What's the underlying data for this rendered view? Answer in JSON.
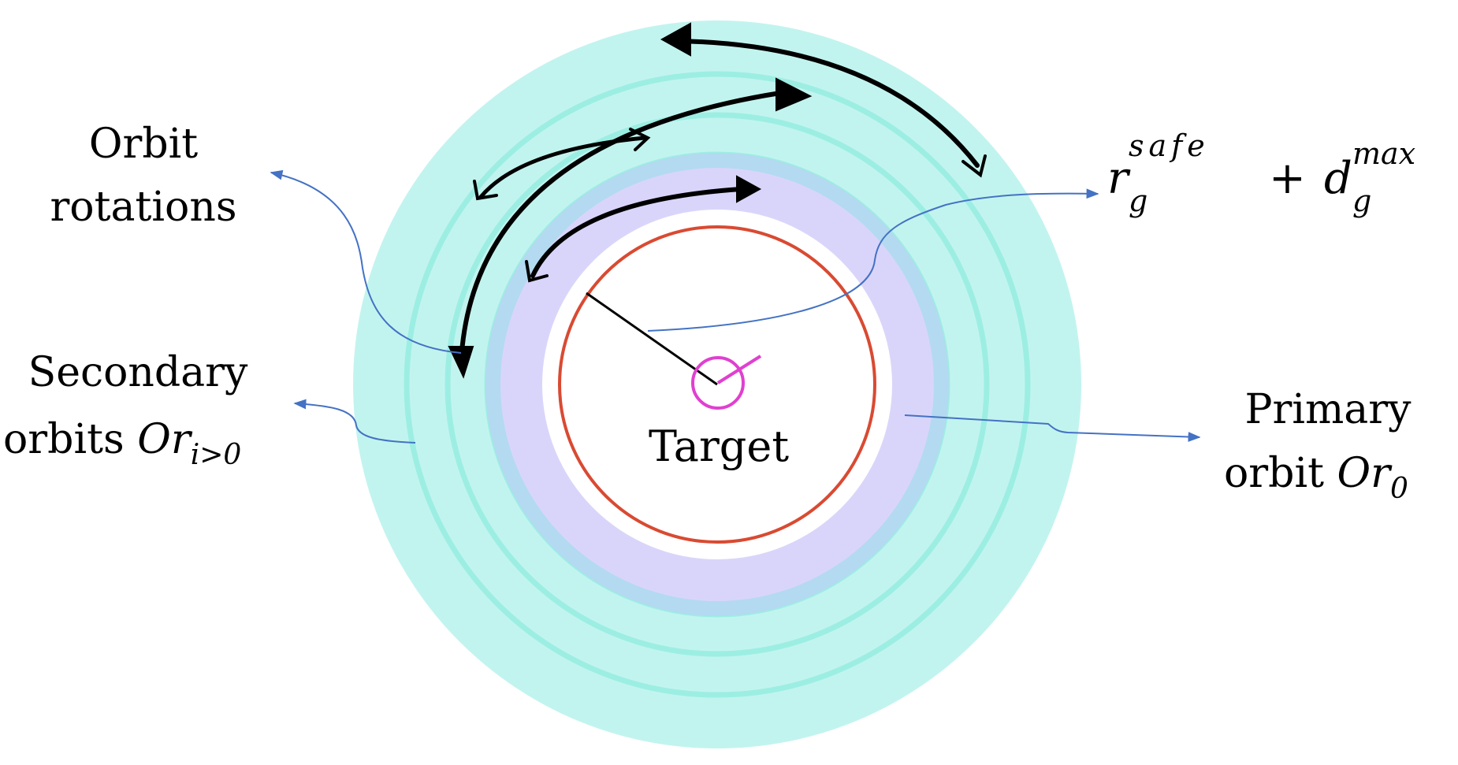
{
  "labels": {
    "orbit_rotations_line1": "Orbit",
    "orbit_rotations_line2": "rotations",
    "secondary_line1": "Secondary",
    "secondary_line2_text": "orbits ",
    "secondary_math_main": "Or",
    "secondary_math_sub": "i>0",
    "target": "Target",
    "primary_line1": "Primary",
    "primary_line2_text": "orbit ",
    "primary_math_main": "Or",
    "primary_math_sub": "0",
    "radius_r": "r",
    "radius_r_sub": "g",
    "radius_r_sup": "safe",
    "radius_plus": "+",
    "radius_d": "d",
    "radius_d_sub": "g",
    "radius_d_sup": "max"
  },
  "colors": {
    "secondary_outer": "#c2f4ef",
    "secondary_ring": "#9ceee3",
    "primary_band": "#d9d5fa",
    "primary_edge": "#b3daf0",
    "target_circle": "#d94a32",
    "target_marker": "#e040d0",
    "arrow": "#000000",
    "leader": "#4472c4"
  }
}
